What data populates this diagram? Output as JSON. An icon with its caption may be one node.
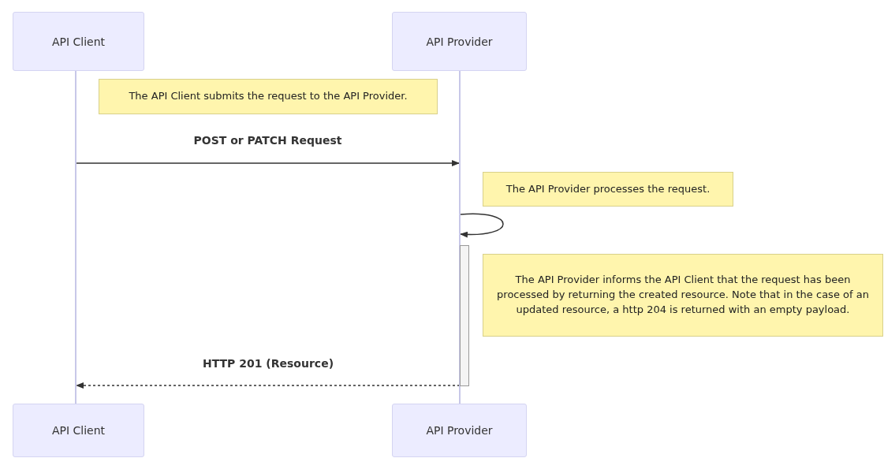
{
  "diagram": {
    "nodes": [
      {
        "text": [
          "API Client"
        ]
      },
      {
        "text": [
          "API Provider"
        ]
      },
      {
        "text": [],
        "shape": "line"
      },
      {
        "text": [],
        "shape": "line"
      },
      {
        "text": [
          "The API Client submits the request to the API Provider."
        ]
      },
      {
        "text": [
          "The API Provider processes the request."
        ]
      },
      {
        "text": [],
        "shape": "bar"
      },
      {
        "text": [
          "The API Provider informs the API Client that the request has been processed by returning the created resource. Note that in the case of an updated resource, a http 204 is returned with an empty payload."
        ]
      },
      {
        "text": [
          "API Client"
        ]
      },
      {
        "text": [
          "API Provider"
        ]
      }
    ],
    "edges": [
      {
        "from": 2,
        "to": 3,
        "arrow": "to",
        "label": "POST or PATCH Request"
      },
      {
        "from": 3,
        "to": 3,
        "arrow": "to"
      },
      {
        "from": 6,
        "to": 2,
        "arrow": "to",
        "label": "HTTP 201 (Resource)",
        "style": "dashed"
      }
    ]
  }
}
